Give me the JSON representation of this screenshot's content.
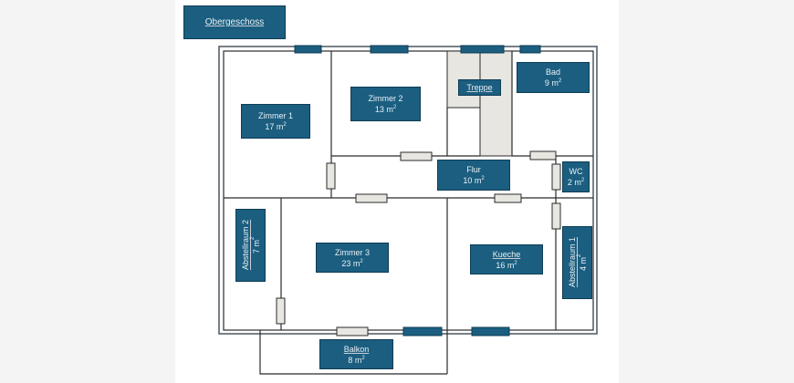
{
  "title": "Obergeschoss",
  "colors": {
    "label_fill": "#1b5e80",
    "label_border": "#0f3c54",
    "label_text": "#e9f0f4",
    "wall": "#2b2b2b",
    "door_fill": "#e8e6e1",
    "stair_fill": "#e8e6e1",
    "window_fill": "#1b5e80",
    "background": "#f4f4f4",
    "page": "#ffffff"
  },
  "rooms": [
    {
      "id": "zimmer-1",
      "name": "Zimmer 1",
      "area": "17 m",
      "unit_sup": "2"
    },
    {
      "id": "zimmer-2",
      "name": "Zimmer 2",
      "area": "13 m",
      "unit_sup": "2"
    },
    {
      "id": "treppe",
      "name": "Treppe"
    },
    {
      "id": "bad",
      "name": "Bad",
      "area": "9 m",
      "unit_sup": "2"
    },
    {
      "id": "flur",
      "name": "Flur",
      "area": "10 m",
      "unit_sup": "2"
    },
    {
      "id": "wc",
      "name": "WC",
      "area": "2 m",
      "unit_sup": "2"
    },
    {
      "id": "abstellraum-2",
      "name": "Abstellraum 2",
      "area": "7 m",
      "unit_sup": "2"
    },
    {
      "id": "zimmer-3",
      "name": "Zimmer 3",
      "area": "23 m",
      "unit_sup": "2"
    },
    {
      "id": "kueche",
      "name": "Kueche",
      "area": "16 m",
      "unit_sup": "2"
    },
    {
      "id": "abstellraum-1",
      "name": "Abstellraum 1",
      "area": "4 m",
      "unit_sup": "2"
    },
    {
      "id": "balkon",
      "name": "Balkon",
      "area": "8 m",
      "unit_sup": "2"
    }
  ]
}
